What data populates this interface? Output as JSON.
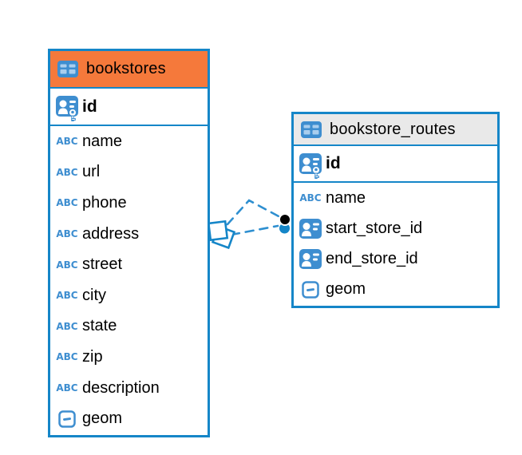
{
  "diagram": {
    "type_label_text": "ABC",
    "colors": {
      "structure_blue": "#1586C8",
      "icon_blue": "#3E8ED0",
      "icon_cell_light": "#A9CEEE",
      "line_blue": "#2E8FD0",
      "bookstores_header": "#F5793B",
      "routes_header": "#E9E9E9",
      "text_color": "#000000",
      "bg": "#FFFFFF"
    },
    "tables": [
      {
        "title": "bookstores",
        "primary_key": "id",
        "columns": [
          "name",
          "url",
          "phone",
          "address",
          "street",
          "city",
          "state",
          "zip",
          "description",
          "geom"
        ],
        "column_types": [
          "text",
          "text",
          "text",
          "text",
          "text",
          "text",
          "text",
          "text",
          "text",
          "geometry"
        ]
      },
      {
        "title": "bookstore_routes",
        "primary_key": "id",
        "columns": [
          "name",
          "start_store_id",
          "end_store_id",
          "geom"
        ],
        "column_types": [
          "text",
          "reference",
          "reference",
          "geometry"
        ]
      }
    ],
    "relationship": {
      "from_table": "bookstores",
      "to_table": "bookstore_routes",
      "style": "dashed",
      "line_count": 2,
      "from_marker": "stacked-diamonds",
      "to_marker": "stacked-dots"
    }
  }
}
